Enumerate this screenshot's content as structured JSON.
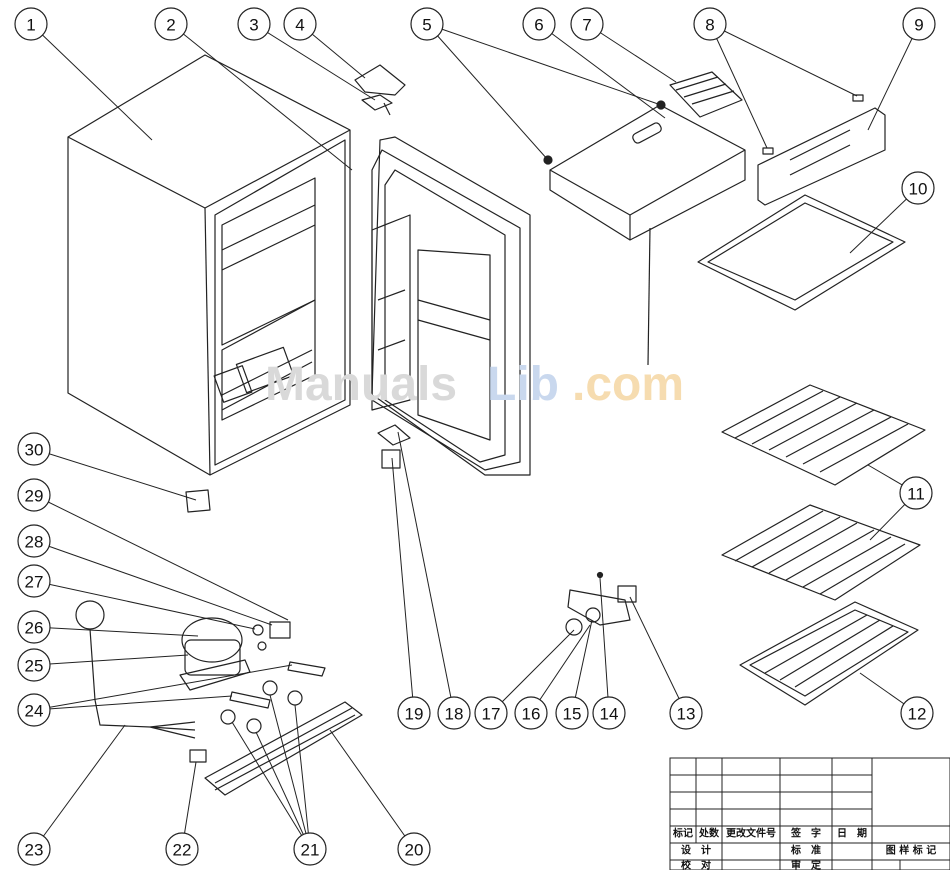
{
  "callouts": [
    {
      "n": "1"
    },
    {
      "n": "2"
    },
    {
      "n": "3"
    },
    {
      "n": "4"
    },
    {
      "n": "5"
    },
    {
      "n": "6"
    },
    {
      "n": "7"
    },
    {
      "n": "8"
    },
    {
      "n": "9"
    },
    {
      "n": "10"
    },
    {
      "n": "11"
    },
    {
      "n": "12"
    },
    {
      "n": "13"
    },
    {
      "n": "14"
    },
    {
      "n": "15"
    },
    {
      "n": "16"
    },
    {
      "n": "17"
    },
    {
      "n": "18"
    },
    {
      "n": "19"
    },
    {
      "n": "20"
    },
    {
      "n": "21"
    },
    {
      "n": "22"
    },
    {
      "n": "23"
    },
    {
      "n": "24"
    },
    {
      "n": "25"
    },
    {
      "n": "26"
    },
    {
      "n": "27"
    },
    {
      "n": "28"
    },
    {
      "n": "29"
    },
    {
      "n": "30"
    }
  ],
  "watermark": {
    "part1": "Manuals",
    "part2": "Lib",
    ".com": ".com",
    "part3": ".com"
  },
  "title_block": {
    "mark": "标记",
    "count": "处数",
    "change_doc": "更改文件号",
    "sign": "签　字",
    "date": "日　期",
    "design": "设　计",
    "standard": "标　准",
    "check": "校　对",
    "review": "审　定",
    "drawing_mark": "图 样 标 记"
  },
  "colors": {
    "line": "#222222",
    "watermark_gray": "#d9d9d9",
    "watermark_blue": "#c9d8ee",
    "watermark_orange": "#f6dcb0"
  }
}
